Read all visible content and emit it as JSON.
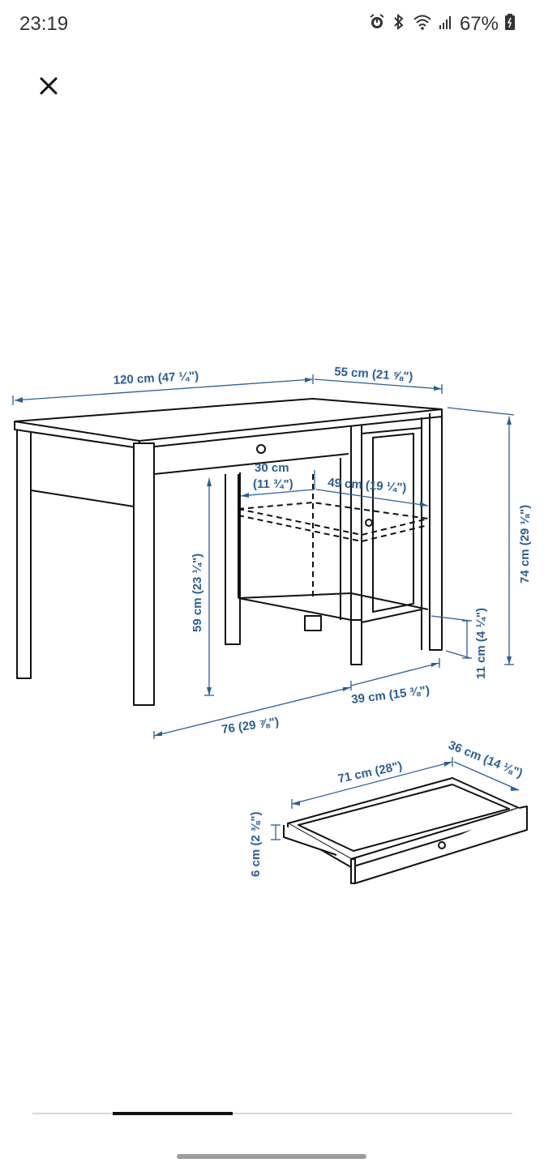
{
  "status_bar": {
    "time": "23:19",
    "battery": "67%",
    "icons": [
      "alarm-icon",
      "bluetooth-icon",
      "wifi-icon",
      "signal-icon",
      "battery-icon"
    ]
  },
  "toolbar": {
    "close_icon": "close-icon"
  },
  "diagram": {
    "labels": {
      "width": "120 cm (47 ¼\")",
      "depth": "55 cm (21 ⅝\")",
      "height": "74 cm (29 ⅛\")",
      "knee_height": "59 cm (23 ¼\")",
      "shelf_height": "30 cm",
      "shelf_height_in": "(11 ¾\")",
      "shelf_width": "49 cm (19 ¼\")",
      "floor_clearance": "11 cm (4 ¼\")",
      "cabinet_depth": "39 cm (15 ⅜\")",
      "leg_span": "76 (29 ⅞\")",
      "drawer_width": "71 cm (28\")",
      "drawer_depth": "36 cm (14 ⅛\")",
      "drawer_height": "6 cm (2 ⅜\")"
    }
  },
  "pager": {
    "progress": 0.25
  },
  "colors": {
    "dimension_blue": "#2a5f97",
    "line": "#111111"
  }
}
